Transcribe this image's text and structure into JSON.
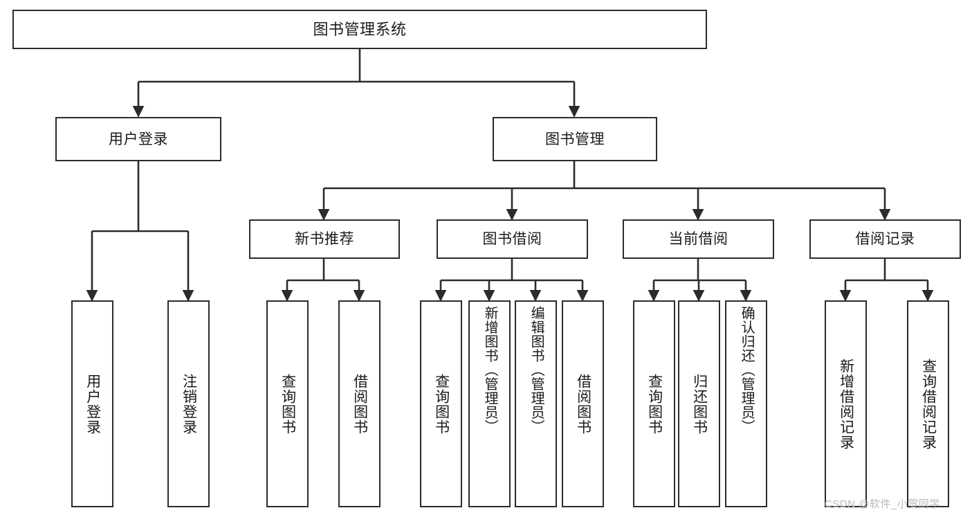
{
  "diagram": {
    "title": "图书管理系统",
    "type": "tree-hierarchy-chart",
    "stroke_color": "#2b2b2b",
    "background_color": "#ffffff",
    "root": {
      "id": "root",
      "label": "图书管理系统"
    },
    "level2": [
      {
        "id": "user-login",
        "label": "用户登录"
      },
      {
        "id": "book-manage",
        "label": "图书管理"
      }
    ],
    "level3": [
      {
        "id": "new-book-rec",
        "label": "新书推荐",
        "parent": "book-manage"
      },
      {
        "id": "book-borrow",
        "label": "图书借阅",
        "parent": "book-manage"
      },
      {
        "id": "current-borrow",
        "label": "当前借阅",
        "parent": "book-manage"
      },
      {
        "id": "borrow-record",
        "label": "借阅记录",
        "parent": "book-manage"
      }
    ],
    "leaves": [
      {
        "id": "leaf-user-login",
        "label": "用户登录",
        "parent": "user-login"
      },
      {
        "id": "leaf-logout",
        "label": "注销登录",
        "parent": "user-login"
      },
      {
        "id": "leaf-query-book-1",
        "label": "查询图书",
        "parent": "new-book-rec"
      },
      {
        "id": "leaf-borrow-book-1",
        "label": "借阅图书",
        "parent": "new-book-rec"
      },
      {
        "id": "leaf-query-book-2",
        "label": "查询图书",
        "parent": "book-borrow"
      },
      {
        "id": "leaf-add-book",
        "label": "新增图书（管理员）",
        "parent": "book-borrow"
      },
      {
        "id": "leaf-edit-book",
        "label": "编辑图书（管理员）",
        "parent": "book-borrow"
      },
      {
        "id": "leaf-borrow-book-2",
        "label": "借阅图书",
        "parent": "book-borrow"
      },
      {
        "id": "leaf-query-book-3",
        "label": "查询图书",
        "parent": "current-borrow"
      },
      {
        "id": "leaf-return-book",
        "label": "归还图书",
        "parent": "current-borrow"
      },
      {
        "id": "leaf-confirm-return",
        "label": "确认归还（管理员）",
        "parent": "current-borrow"
      },
      {
        "id": "leaf-add-record",
        "label": "新增借阅记录",
        "parent": "borrow-record"
      },
      {
        "id": "leaf-query-record",
        "label": "查询借阅记录",
        "parent": "borrow-record"
      }
    ],
    "watermark": "CSDN @软件_小贺同学"
  }
}
